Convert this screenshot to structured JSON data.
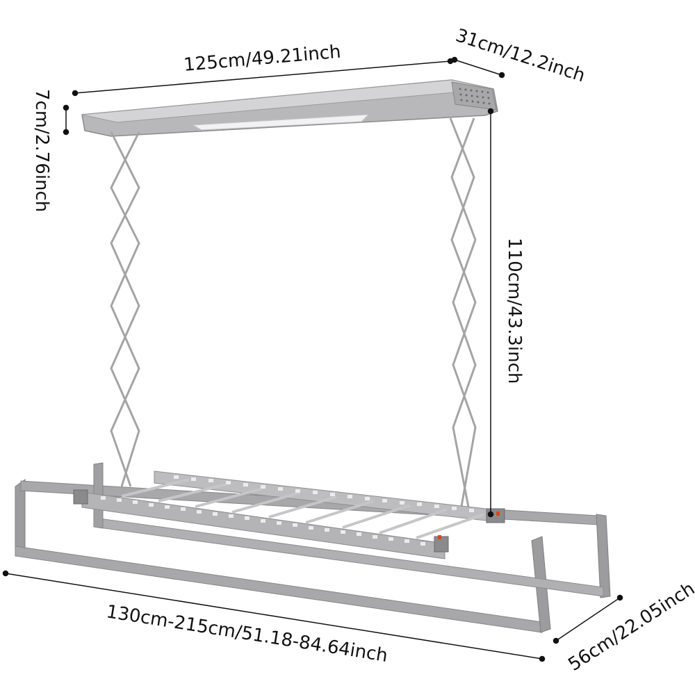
{
  "dimensions": {
    "top_width": "125cm/49.21inch",
    "top_depth": "31cm/12.2inch",
    "top_height": "7cm/2.76inch",
    "drop_height": "110cm/43.3inch",
    "rack_width": "130cm-215cm/51.18-84.64inch",
    "rack_depth": "56cm/22.05inch"
  },
  "colors": {
    "metal": "#9a9a9c",
    "metal_dark": "#6f6f72",
    "metal_light": "#c9c9cb",
    "line": "#111111",
    "accent": "#d24a1c"
  }
}
